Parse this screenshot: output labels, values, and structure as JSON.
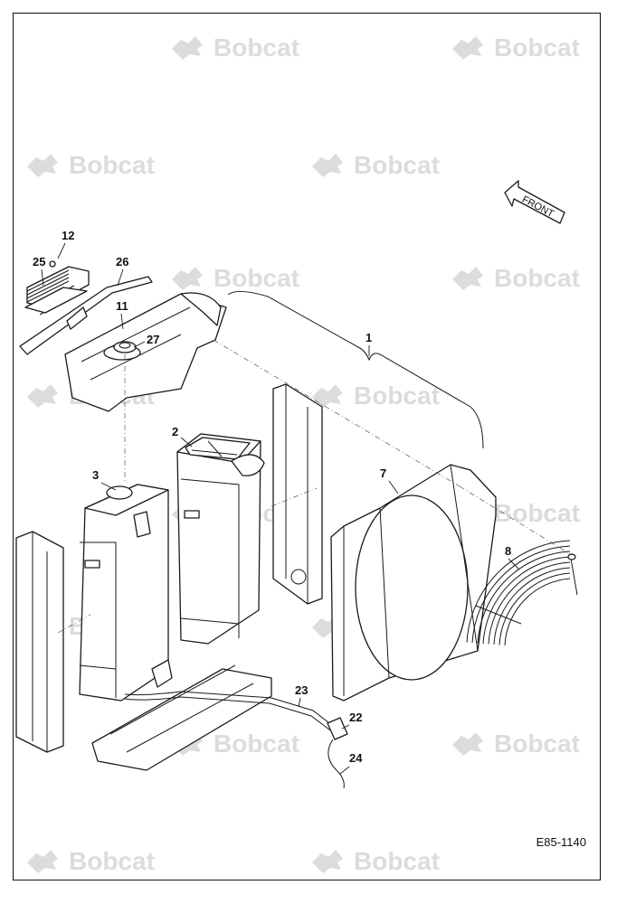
{
  "watermark": {
    "text": "Bobcat",
    "color": "#dcdcdc"
  },
  "front_label": "FRONT",
  "drawing_code": "E85-1140",
  "callouts": [
    "1",
    "2",
    "3",
    "7",
    "8",
    "11",
    "12",
    "22",
    "23",
    "24",
    "25",
    "26",
    "27"
  ],
  "stroke_color": "#1a1a1a"
}
